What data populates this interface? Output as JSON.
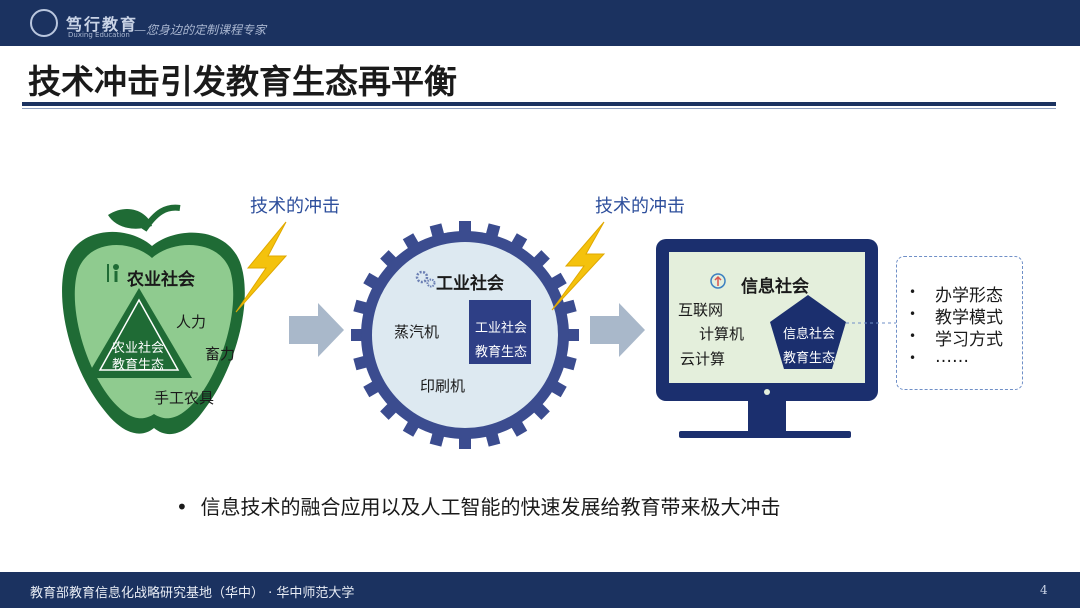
{
  "header": {
    "logo_text": "笃行教育",
    "logo_en": "Duxing Education",
    "slogan": "—您身边的定制课程专家"
  },
  "title": "技术冲击引发教育生态再平衡",
  "impact_labels": [
    "技术的冲击",
    "技术的冲击"
  ],
  "agricultural": {
    "title": "农业社会",
    "core": [
      "农业社会",
      "教育生态"
    ],
    "items": [
      "人力",
      "畜力",
      "手工农具"
    ]
  },
  "industrial": {
    "title": "工业社会",
    "core": [
      "工业社会",
      "教育生态"
    ],
    "items": [
      "蒸汽机",
      "印刷机"
    ]
  },
  "information": {
    "title": "信息社会",
    "core": [
      "信息社会",
      "教育生态"
    ],
    "items": [
      "互联网",
      "计算机",
      "云计算"
    ]
  },
  "effects": [
    "办学形态",
    "教学模式",
    "学习方式",
    "……"
  ],
  "summary": "信息技术的融合应用以及人工智能的快速发展给教育带来极大冲击",
  "footer": {
    "text": "教育部教育信息化战略研究基地（华中） ·  华中师范大学",
    "page": "4"
  },
  "colors": {
    "navy": "#1b3260",
    "apple_dark": "#1f6b35",
    "apple_light": "#8fcb8f",
    "gear": "#3b4c8f",
    "gear_face": "#dde9f1",
    "monitor": "#1b2f6e",
    "screen": "#e4efdc",
    "lightning": "#f4c20d",
    "arrow": "#a9b8ca",
    "accent_text": "#2e4f9c"
  },
  "icons": [
    "apple-icon",
    "gear-icon",
    "monitor-icon",
    "lightning-icon",
    "arrow-right-icon",
    "farmer-icon",
    "gears-icon",
    "cloud-upload-icon"
  ]
}
